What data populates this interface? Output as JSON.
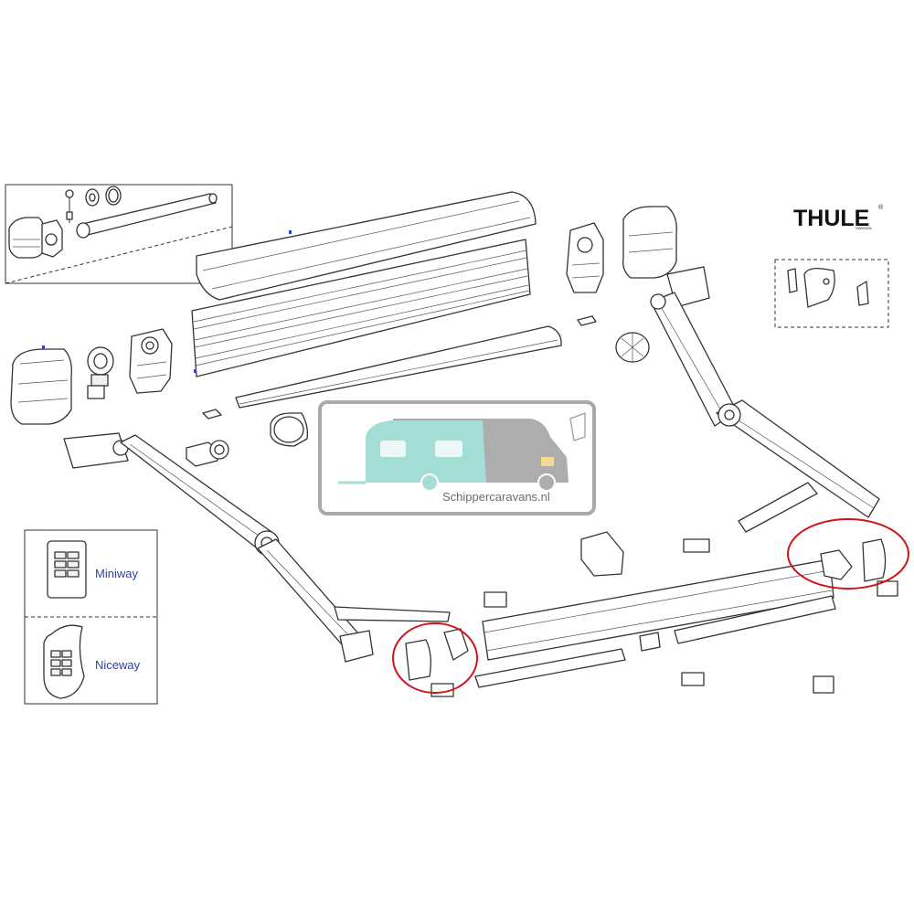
{
  "brand": {
    "logo_text": "THULE",
    "registered_mark": "®",
    "sub_text": "SWEDEN"
  },
  "watermark": {
    "text": "Schippercaravans.nl"
  },
  "remotes": {
    "miniway_label": "Miniway",
    "niceway_label": "Niceway"
  },
  "highlight_color": "#d0131b",
  "watermark_colors": {
    "caravan": "#9fdcd3",
    "van": "#a9a9a9",
    "light": "#f5d98b"
  },
  "line_color": "#333333"
}
